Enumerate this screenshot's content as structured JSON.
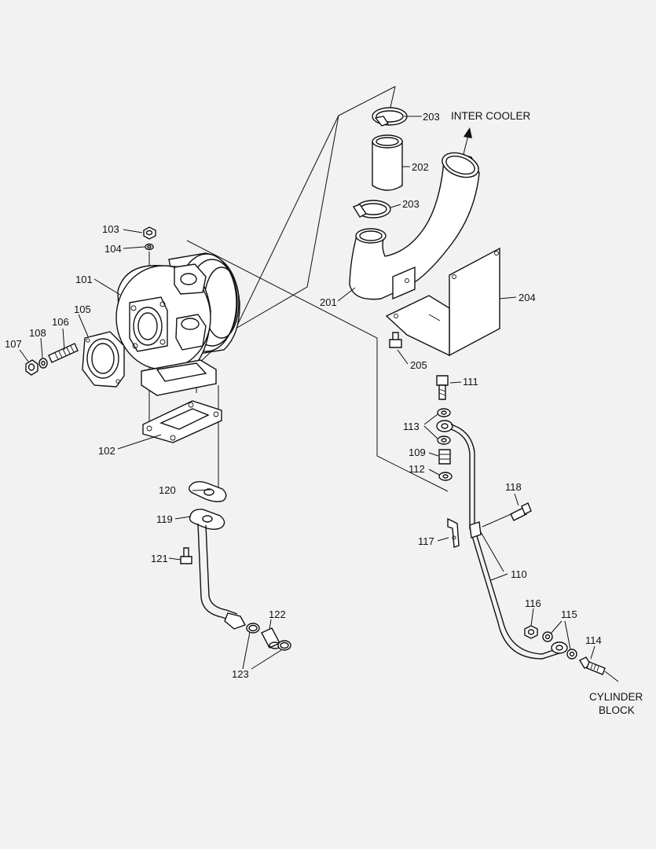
{
  "labels": {
    "p101": "101",
    "p102": "102",
    "p103": "103",
    "p104": "104",
    "p105": "105",
    "p106": "106",
    "p107": "107",
    "p108": "108",
    "p109": "109",
    "p110": "110",
    "p111": "111",
    "p112": "112",
    "p113": "113",
    "p114": "114",
    "p115": "115",
    "p116": "116",
    "p117": "117",
    "p118": "118",
    "p119": "119",
    "p120": "120",
    "p121": "121",
    "p122": "122",
    "p123": "123",
    "p201": "201",
    "p202": "202",
    "p203a": "203",
    "p203b": "203",
    "p204": "204",
    "p205": "205"
  },
  "callouts": {
    "inter_cooler": "INTER COOLER",
    "cylinder_block_1": "CYLINDER",
    "cylinder_block_2": "BLOCK"
  },
  "colors": {
    "background": "#f2f2f2",
    "ink": "#111111",
    "part_fill": "#ffffff"
  }
}
